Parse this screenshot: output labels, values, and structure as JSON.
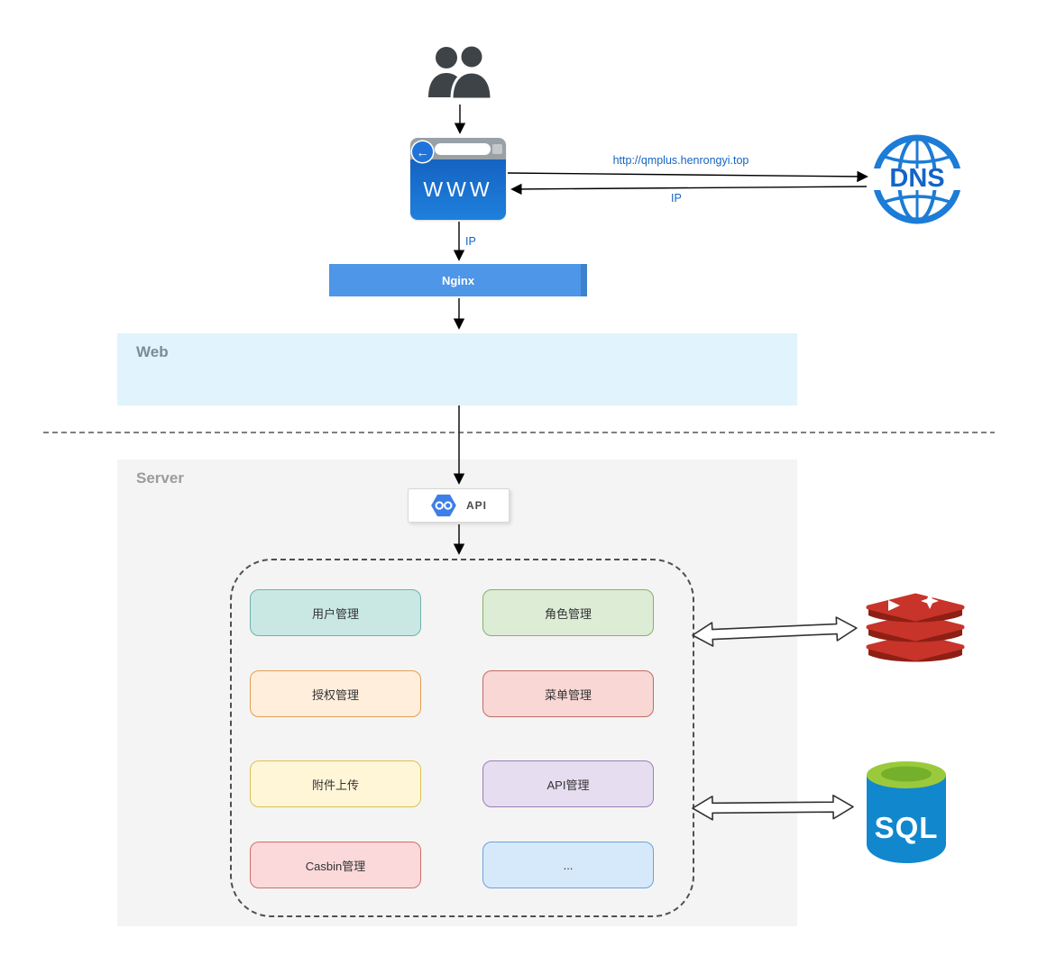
{
  "diagram": {
    "nodes": {
      "browser": {
        "label": "WWW"
      },
      "dns": {
        "label": "DNS"
      },
      "nginx": {
        "label": "Nginx"
      },
      "api": {
        "label": "API"
      },
      "sql": {
        "label": "SQL"
      }
    },
    "zones": {
      "web": {
        "label": "Web"
      },
      "server": {
        "label": "Server"
      }
    },
    "edges": {
      "browser_to_dns": {
        "label": "http://qmplus.henrongyi.top"
      },
      "dns_to_browser": {
        "label": "IP"
      },
      "browser_to_nginx": {
        "label": "IP"
      }
    },
    "modules": [
      {
        "label": "用户管理",
        "fill": "#c9e8e4",
        "stroke": "#6db3ab"
      },
      {
        "label": "角色管理",
        "fill": "#dcecd5",
        "stroke": "#82b366"
      },
      {
        "label": "授权管理",
        "fill": "#ffeedc",
        "stroke": "#dfa050"
      },
      {
        "label": "菜单管理",
        "fill": "#f8d7d5",
        "stroke": "#c26b64"
      },
      {
        "label": "附件上传",
        "fill": "#fff6d8",
        "stroke": "#dcc152"
      },
      {
        "label": "API管理",
        "fill": "#e6def0",
        "stroke": "#9c7db8"
      },
      {
        "label": "Casbin管理",
        "fill": "#fbd9da",
        "stroke": "#d26d68"
      },
      {
        "label": "...",
        "fill": "#d6e9fb",
        "stroke": "#6f9fd8"
      }
    ],
    "icons": {
      "users": "users-icon",
      "back_arrow_glyph": "←",
      "dns_globe": "dns-globe-icon",
      "api_hexagon": "api-hexagon-icon",
      "redis": "redis-icon",
      "sql_db": "sql-database-icon"
    },
    "colors": {
      "nginx_fill": "#4d96e8",
      "web_zone_fill": "#e1f3fc",
      "server_zone_fill": "#f4f4f4",
      "edge_label_blue": "#1565c0",
      "browser_blue": "#1a6fd0",
      "dns_blue": "#1c7cd6",
      "redis_red": "#c8342a",
      "redis_dark_red": "#8e1f15",
      "sql_blue": "#1187ce",
      "sql_top_green": "#9aca3c"
    }
  }
}
